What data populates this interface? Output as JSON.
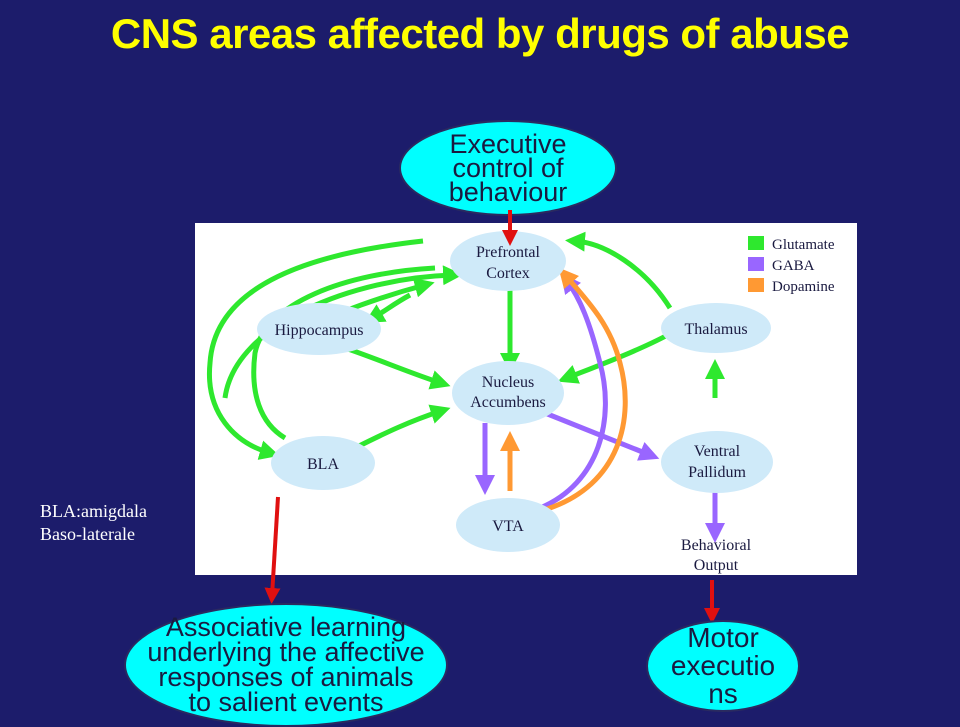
{
  "title": "CNS areas affected by drugs of abuse",
  "callouts": {
    "executive": [
      "Executive",
      "control of",
      "behaviour"
    ],
    "associative": [
      "Associative learning",
      "underlying the affective",
      "responses of animals",
      "to salient events"
    ],
    "motor": [
      "Motor",
      "executio",
      "ns"
    ]
  },
  "bla_note": [
    "BLA:amigdala",
    "Baso-laterale"
  ],
  "legend": [
    {
      "label": "Glutamate",
      "color": "#2ee82e"
    },
    {
      "label": "GABA",
      "color": "#9966ff"
    },
    {
      "label": "Dopamine",
      "color": "#ff9933"
    }
  ],
  "nodes": {
    "prefrontal": [
      "Prefrontal",
      "Cortex"
    ],
    "hippocampus": [
      "Hippocampus"
    ],
    "thalamus": [
      "Thalamus"
    ],
    "nucleus": [
      "Nucleus",
      "Accumbens"
    ],
    "bla": [
      "BLA"
    ],
    "ventral": [
      "Ventral",
      "Pallidum"
    ],
    "vta": [
      "VTA"
    ],
    "behavioral": [
      "Behavioral",
      "Output"
    ]
  },
  "colors": {
    "background": "#1c1c6b",
    "title": "#ffff00",
    "oval": "#00ffff",
    "node": "#cfeaf9",
    "connector": "#e01010"
  }
}
